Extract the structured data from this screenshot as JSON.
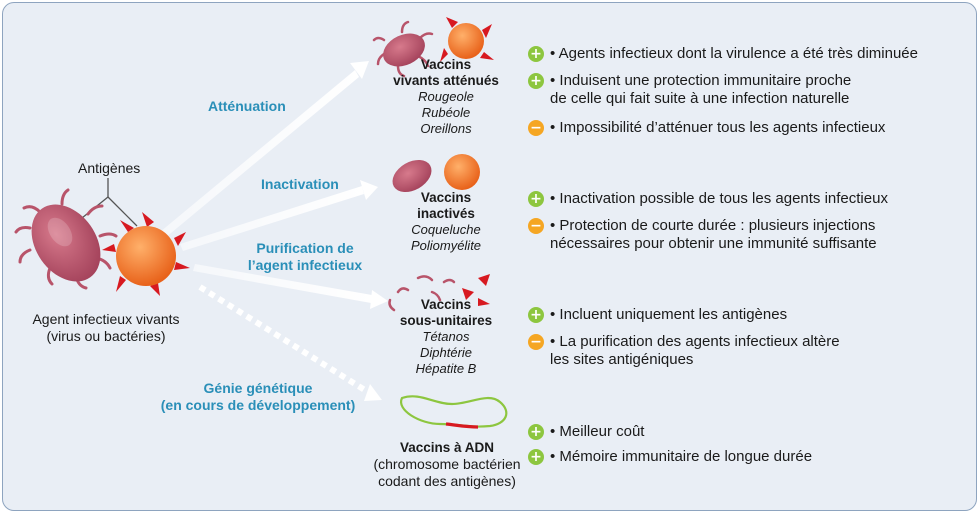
{
  "left": {
    "antigens_label": "Antigènes",
    "agent_line1": "Agent infectieux vivants",
    "agent_line2": "(virus ou bactéries)"
  },
  "methods": [
    {
      "label_line1": "Atténuation"
    },
    {
      "label_line1": "Inactivation"
    },
    {
      "label_line1": "Purification de",
      "label_line2": "l’agent infectieux"
    },
    {
      "label_line1": "Génie génétique",
      "label_line2": "(en cours de développement)"
    }
  ],
  "vaccines": [
    {
      "title_line1": "Vaccins",
      "title_line2": "vivants atténués",
      "examples": [
        "Rougeole",
        "Rubéole",
        "Oreillons"
      ]
    },
    {
      "title_line1": "Vaccins",
      "title_line2": "inactivés",
      "examples": [
        "Coqueluche",
        "Poliomyélite"
      ]
    },
    {
      "title_line1": "Vaccins",
      "title_line2": "sous-unitaires",
      "examples": [
        "Tétanos",
        "Diphtérie",
        "Hépatite B"
      ]
    },
    {
      "title_line1": "Vaccins à ADN",
      "sub_line1": "(chromosome bactérien",
      "sub_line2": "codant des antigènes)"
    }
  ],
  "points": [
    {
      "group": 0,
      "sign": "+",
      "text": "• Agents infectieux dont la virulence a été très diminuée"
    },
    {
      "group": 0,
      "sign": "+",
      "text": "• Induisent une protection immunitaire proche\n   de celle qui fait suite à une infection naturelle"
    },
    {
      "group": 0,
      "sign": "−",
      "text": "• Impossibilité d’atténuer tous les agents infectieux"
    },
    {
      "group": 1,
      "sign": "+",
      "text": "• Inactivation possible de tous les agents infectieux"
    },
    {
      "group": 1,
      "sign": "−",
      "text": "• Protection de courte durée : plusieurs injections\n   nécessaires pour obtenir une immunité suffisante"
    },
    {
      "group": 2,
      "sign": "+",
      "text": "• Incluent uniquement les antigènes"
    },
    {
      "group": 2,
      "sign": "−",
      "text": "• La purification des agents infectieux altère\n   les sites antigéniques"
    },
    {
      "group": 3,
      "sign": "+",
      "text": "• Meilleur coût"
    },
    {
      "group": 3,
      "sign": "+",
      "text": "• Mémoire immunitaire de longue durée"
    }
  ],
  "colors": {
    "panel_bg": "#e9eef5",
    "method_label": "#2a8fb8",
    "plus_badge": "#8dc63f",
    "minus_badge": "#f5a623",
    "bacterium": "#b8546a",
    "virus": "#f07a2a",
    "spike": "#d71920",
    "dna": "#8dc63f"
  }
}
